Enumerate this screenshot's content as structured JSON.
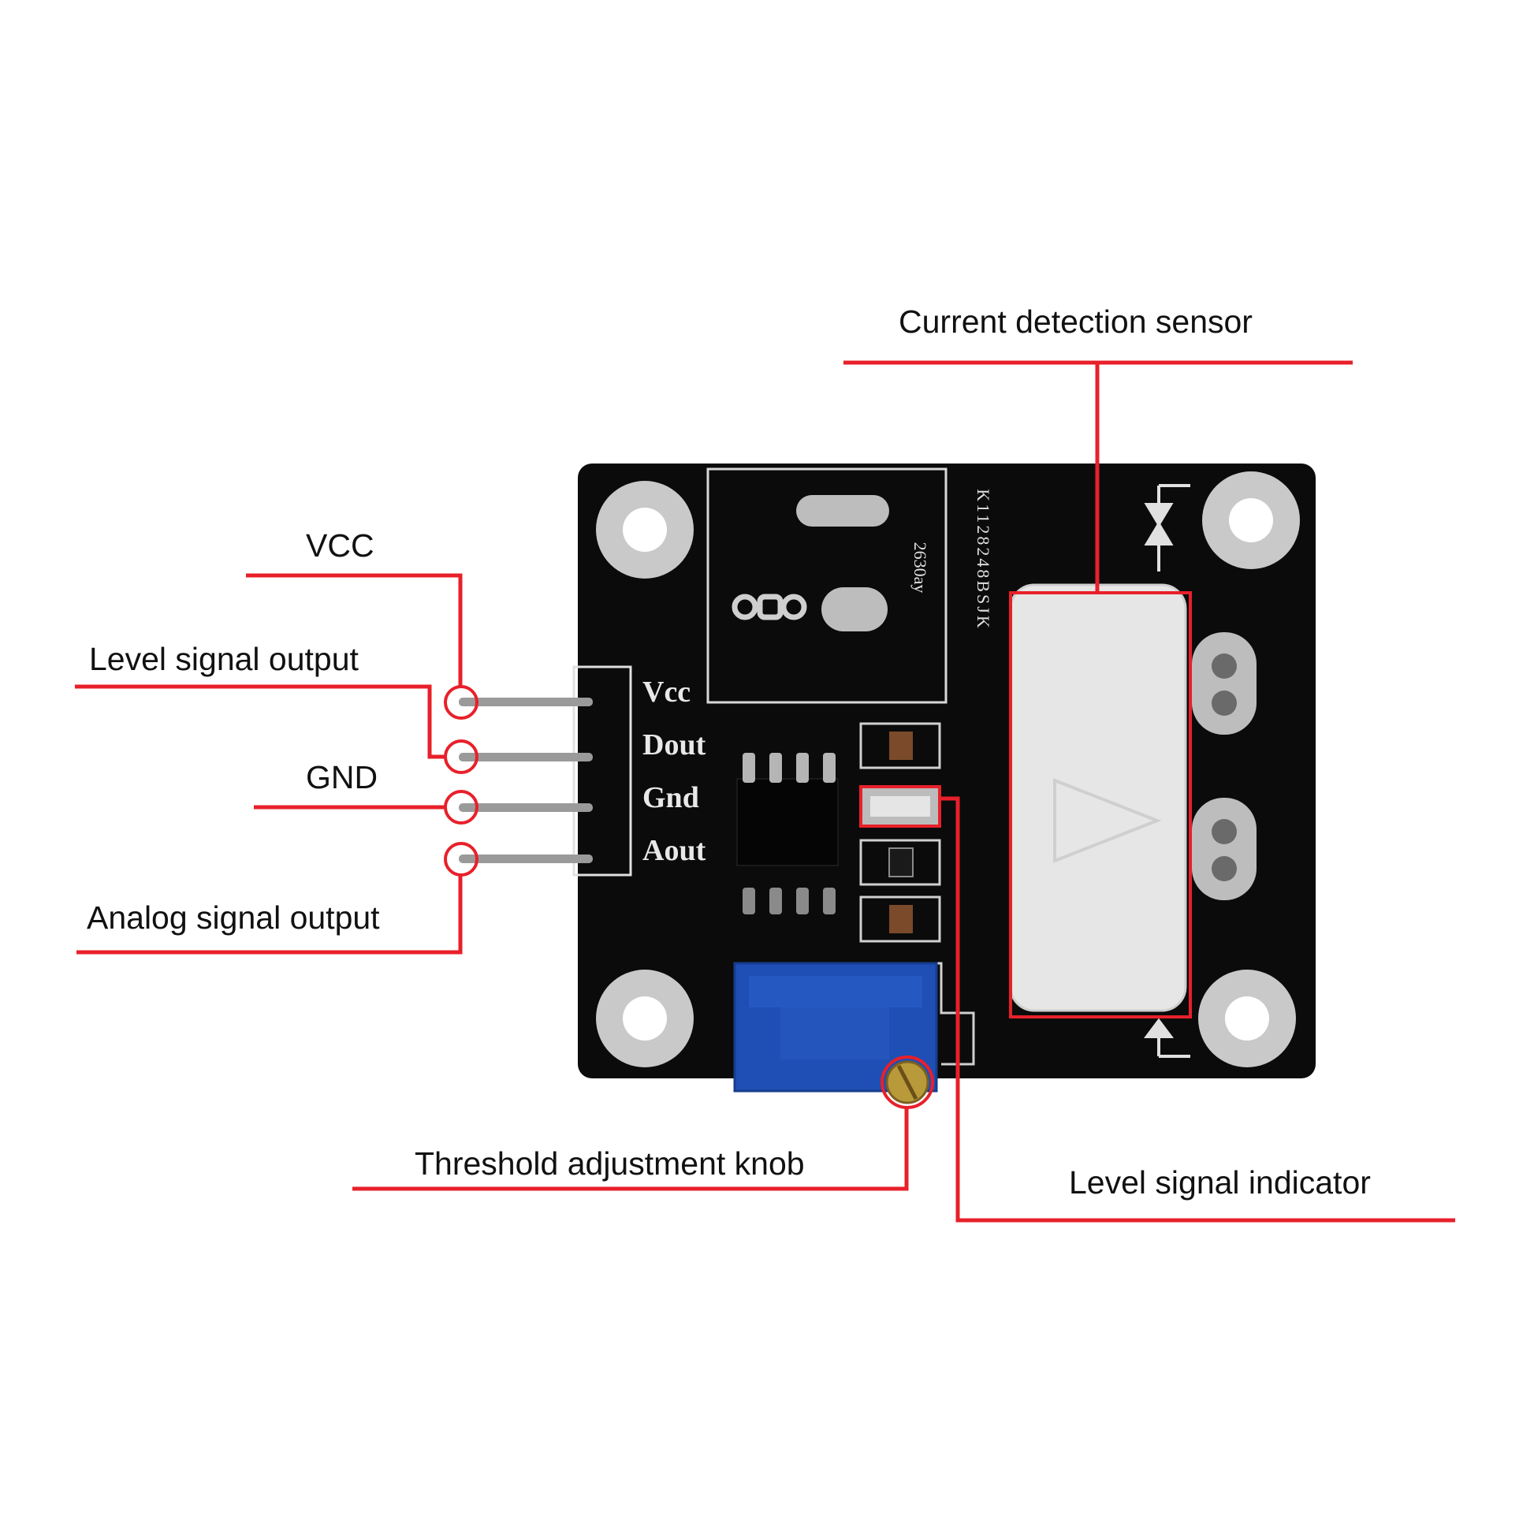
{
  "labels": {
    "vcc": "VCC",
    "level_signal_output": "Level signal output",
    "gnd": "GND",
    "analog_signal_output": "Analog signal output",
    "current_detection_sensor": "Current detection sensor",
    "threshold_adjustment_knob": "Threshold adjustment knob",
    "level_signal_indicator": "Level signal indicator"
  },
  "board_silkscreen": {
    "pins": [
      "Vcc",
      "Dout",
      "Gnd",
      "Aout"
    ],
    "vertical_code": "K1128248BSJK",
    "small_code": "2630ay"
  },
  "colors": {
    "callout": "#e8202a",
    "board": "#0b0b0b",
    "silkscreen": "#e8e8e8",
    "sensor_body": "#e6e6e6",
    "potentiometer": "#1f4fb5",
    "pin": "#9a9a9a"
  }
}
